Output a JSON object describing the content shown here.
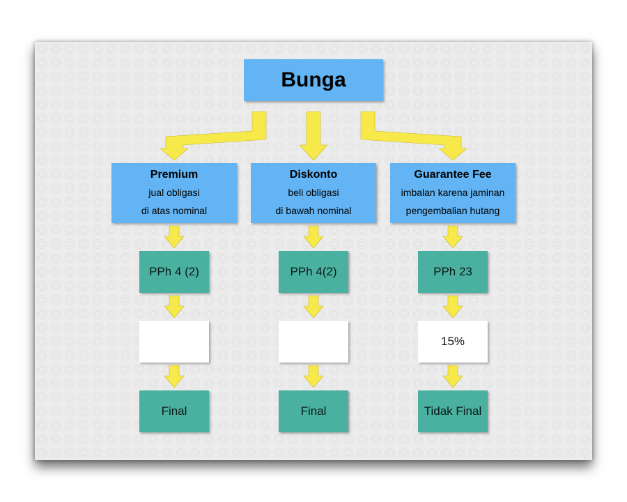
{
  "root": {
    "label": "Bunga"
  },
  "columns": [
    {
      "title": "Premium",
      "desc1": "jual obligasi",
      "desc2": "di atas nominal",
      "tax": "PPh 4 (2)",
      "rate": "",
      "status": "Final"
    },
    {
      "title": "Diskonto",
      "desc1": "beli obligasi",
      "desc2": "di bawah nominal",
      "tax": "PPh 4(2)",
      "rate": "",
      "status": "Final"
    },
    {
      "title": "Guarantee Fee",
      "desc1": "imbalan karena jaminan",
      "desc2": "pengembalian hutang",
      "tax": "PPh 23",
      "rate": "15%",
      "status": "Tidak Final"
    }
  ],
  "colors": {
    "category_box": "#62b4f4",
    "tax_box": "#4ab0a0",
    "arrow": "#f7e94a"
  }
}
